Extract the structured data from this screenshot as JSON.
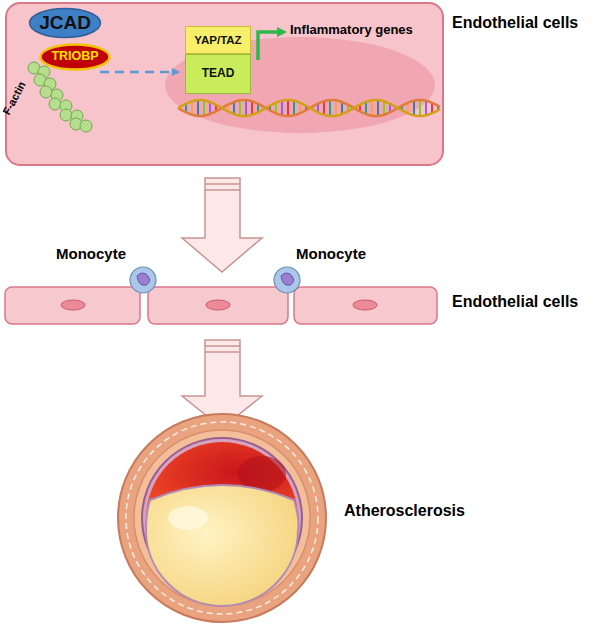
{
  "diagram": {
    "nodes": [
      {
        "text": [
          "JCAD"
        ]
      },
      {
        "text": [
          "TRIOBP"
        ]
      },
      {
        "text": [
          "YAP/TAZ"
        ]
      },
      {
        "text": [
          "TEAD"
        ]
      }
    ],
    "labels": [
      "F-actin",
      "Inflammatory genes",
      "Endothelial cells",
      "Monocyte",
      "Monocyte",
      "Endothelial cells",
      "Atherosclerosis"
    ]
  }
}
